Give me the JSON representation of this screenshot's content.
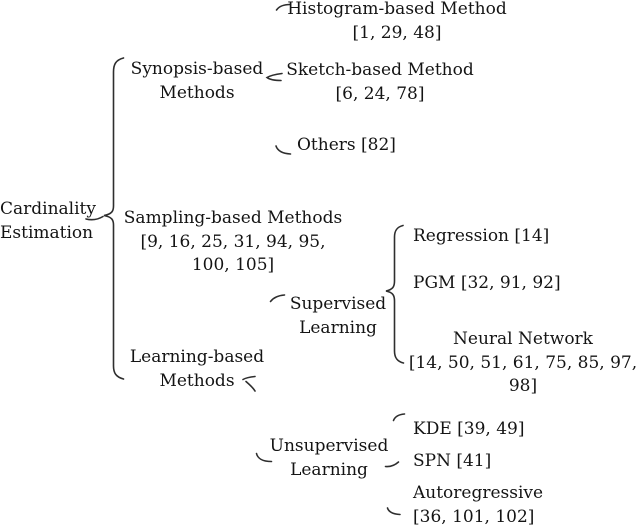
{
  "figure_type": "taxonomy-tree",
  "tree": {
    "root": {
      "label": "Cardinality\nEstimation"
    },
    "branches": {
      "synopsis": {
        "label": "Synopsis-based\nMethods",
        "children": {
          "histogram": {
            "label": "Histogram-based Method\n[1, 29, 48]"
          },
          "sketch": {
            "label": "Sketch-based Method\n[6, 24, 78]"
          },
          "others": {
            "label": "Others [82]"
          }
        }
      },
      "sampling": {
        "label": "Sampling-based Methods\n[9, 16, 25, 31, 94, 95,\n100, 105]"
      },
      "learning": {
        "label": "Learning-based\nMethods",
        "children": {
          "supervised": {
            "label": "Supervised\nLearning",
            "children": {
              "regression": {
                "label": "Regression [14]"
              },
              "pgm": {
                "label": "PGM [32, 91, 92]"
              },
              "neural": {
                "label": "Neural Network\n[14, 50, 51, 61, 75, 85, 97, 98]"
              }
            }
          },
          "unsupervised": {
            "label": "Unsupervised\nLearning",
            "children": {
              "kde": {
                "label": "KDE [39, 49]"
              },
              "spn": {
                "label": "SPN [41]"
              },
              "autoregressive": {
                "label": "Autoregressive\n[36, 101, 102]"
              }
            }
          }
        }
      }
    }
  },
  "colors": {
    "text": "#141414",
    "connector": "#2e2e2e",
    "background": "#ffffff"
  }
}
